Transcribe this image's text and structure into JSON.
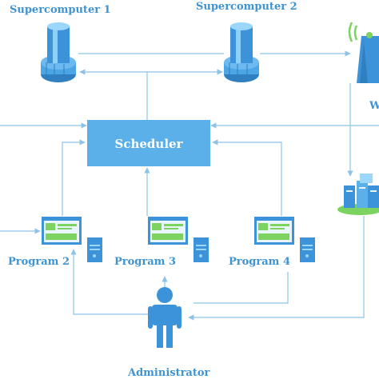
{
  "nodes": {
    "supercomputer_1": "Supercomputer 1",
    "supercomputer_2": "Supercomputer 2",
    "scheduler": "Scheduler",
    "program_2": "Program 2",
    "program_3": "Program 3",
    "program_4": "Program 4",
    "administrator": "Administrator",
    "wifi_partial": "W"
  },
  "colors": {
    "accent": "#3f93d1",
    "node_fill": "#5bb0ea",
    "connector": "#8ec3e8",
    "screen_green": "#7cd35f"
  }
}
